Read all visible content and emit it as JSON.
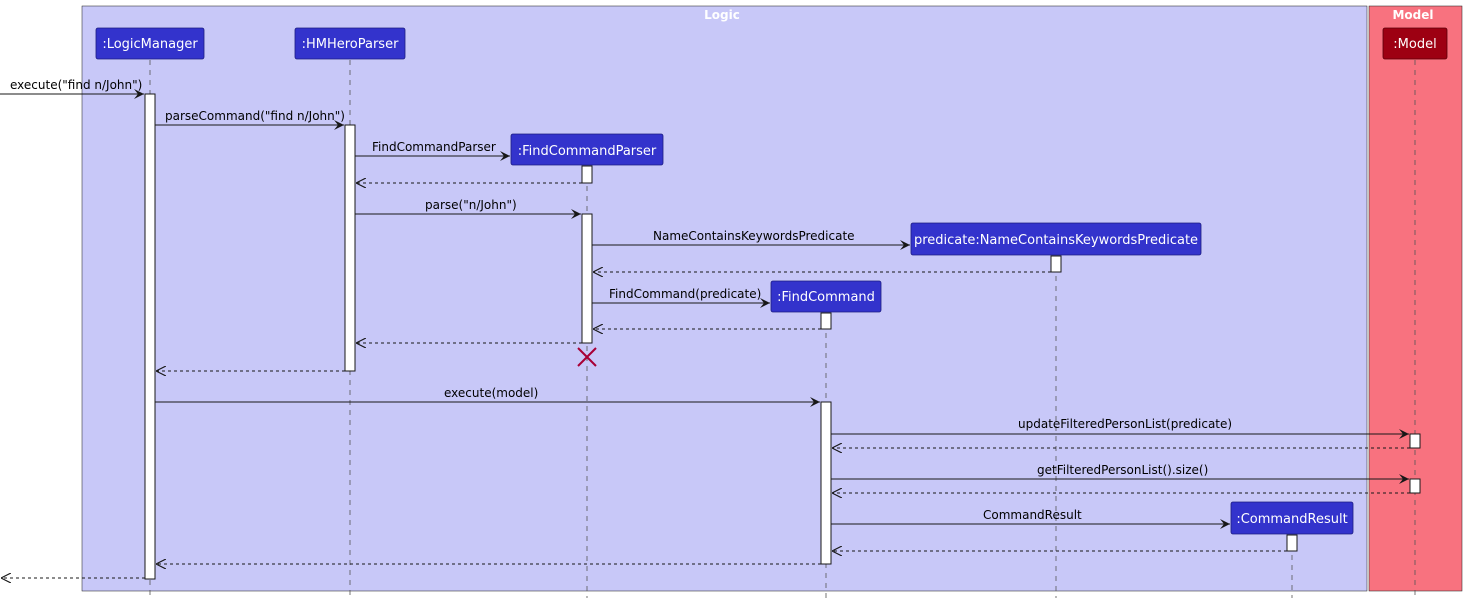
{
  "boxes": {
    "logic": {
      "title": "Logic",
      "color": "#c8c8f8"
    },
    "model": {
      "title": "Model",
      "color": "#f8727f"
    }
  },
  "participants": {
    "logic_manager": {
      "label": ":LogicManager",
      "color": "#3333cc"
    },
    "hmhero_parser": {
      "label": ":HMHeroParser",
      "color": "#3333cc"
    },
    "find_command_parser": {
      "label": ":FindCommandParser",
      "color": "#3333cc"
    },
    "predicate": {
      "label": "predicate:NameContainsKeywordsPredicate",
      "color": "#3333cc"
    },
    "find_command": {
      "label": ":FindCommand",
      "color": "#3333cc"
    },
    "command_result": {
      "label": ":CommandResult",
      "color": "#3333cc"
    },
    "model": {
      "label": ":Model",
      "color": "#9d0012"
    }
  },
  "messages": {
    "execute_find": "execute(\"find n/John\")",
    "parse_command": "parseCommand(\"find n/John\")",
    "create_find_command_parser": "FindCommandParser",
    "parse_args": "parse(\"n/John\")",
    "create_predicate": "NameContainsKeywordsPredicate",
    "create_find_command": "FindCommand(predicate)",
    "execute_model": "execute(model)",
    "update_filtered_person_list": "updateFilteredPersonList(predicate)",
    "get_filtered_person_list_size": "getFilteredPersonList().size()",
    "create_command_result": "CommandResult"
  },
  "colors": {
    "destroy_mark": "#a80036",
    "lifeline": "#555555",
    "arrow": "#181818"
  }
}
